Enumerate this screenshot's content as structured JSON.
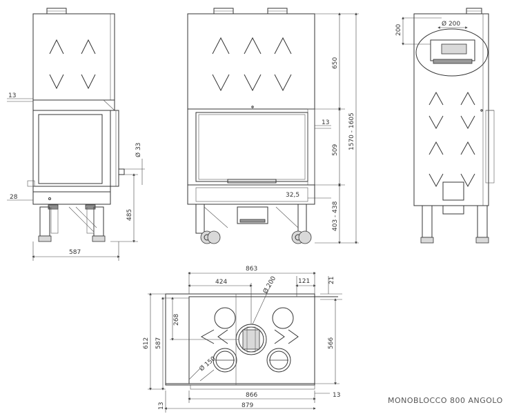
{
  "title": "MONOBLOCCO 800 ANGOLO",
  "front_view": {
    "dim_13": "13",
    "dim_28": "28",
    "dim_587": "587",
    "dim_485": "485",
    "dim_phi33": "Ø 33"
  },
  "side_view": {
    "dim_13": "13",
    "dim_32_5": "32,5",
    "dim_650": "650",
    "dim_509": "509",
    "dim_403_438": "403 - 438",
    "dim_1570_1605": "1570 - 1605"
  },
  "back_view": {
    "dim_200_v": "200",
    "dim_200_h": "Ø 200"
  },
  "plan_view": {
    "dim_863": "863",
    "dim_424": "424",
    "dim_phi200": "Ø 200",
    "dim_121": "121",
    "dim_21": "21",
    "dim_612": "612",
    "dim_587": "587",
    "dim_268": "268",
    "dim_566": "566",
    "dim_phi150": "Ø 150",
    "dim_866": "866",
    "dim_879": "879",
    "dim_13_l": "13",
    "dim_13_r": "13"
  }
}
